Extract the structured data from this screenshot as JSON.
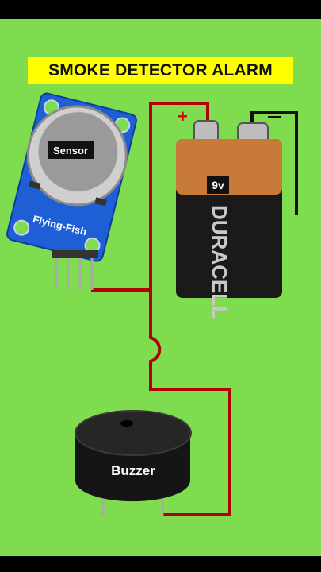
{
  "title": "SMOKE DETECTOR ALARM",
  "labels": {
    "sensor": "Sensor",
    "module_text": "Flying-Fish",
    "battery": "9v",
    "battery_brand": "DURACELL",
    "buzzer": "Buzzer",
    "positive": "+",
    "negative": "−"
  },
  "colors": {
    "background": "#7fdc4f",
    "title_bg": "#ffff00",
    "wire_red": "#b00000",
    "wire_black": "#111111",
    "sensor_board": "#1f5fd6",
    "battery_copper": "#c87a3a",
    "battery_body": "#1a1a1a"
  }
}
